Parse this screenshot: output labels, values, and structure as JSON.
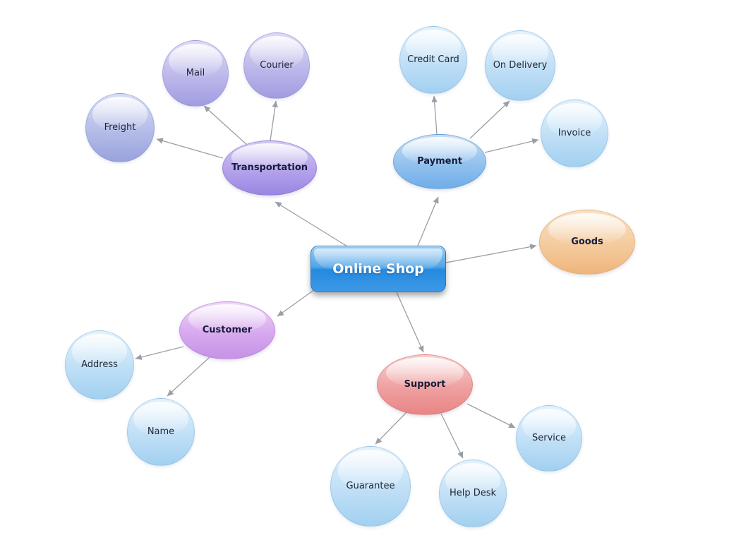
{
  "nodes": {
    "online_shop": {
      "label": "Online Shop"
    },
    "transportation": {
      "label": "Transportation"
    },
    "mail": {
      "label": "Mail"
    },
    "courier": {
      "label": "Courier"
    },
    "freight": {
      "label": "Freight"
    },
    "payment": {
      "label": "Payment"
    },
    "credit_card": {
      "label": "Credit Card"
    },
    "on_delivery": {
      "label": "On Delivery"
    },
    "invoice": {
      "label": "Invoice"
    },
    "goods": {
      "label": "Goods"
    },
    "customer": {
      "label": "Customer"
    },
    "address": {
      "label": "Address"
    },
    "name": {
      "label": "Name"
    },
    "support": {
      "label": "Support"
    },
    "guarantee": {
      "label": "Guarantee"
    },
    "help_desk": {
      "label": "Help Desk"
    },
    "service": {
      "label": "Service"
    }
  },
  "edges": [
    {
      "from": "online_shop",
      "to": "transportation"
    },
    {
      "from": "online_shop",
      "to": "payment"
    },
    {
      "from": "online_shop",
      "to": "goods"
    },
    {
      "from": "online_shop",
      "to": "customer"
    },
    {
      "from": "online_shop",
      "to": "support"
    },
    {
      "from": "transportation",
      "to": "mail"
    },
    {
      "from": "transportation",
      "to": "courier"
    },
    {
      "from": "transportation",
      "to": "freight"
    },
    {
      "from": "payment",
      "to": "credit_card"
    },
    {
      "from": "payment",
      "to": "on_delivery"
    },
    {
      "from": "payment",
      "to": "invoice"
    },
    {
      "from": "customer",
      "to": "address"
    },
    {
      "from": "customer",
      "to": "name"
    },
    {
      "from": "support",
      "to": "guarantee"
    },
    {
      "from": "support",
      "to": "help_desk"
    },
    {
      "from": "support",
      "to": "service"
    }
  ],
  "colors": {
    "center_blue": "#2489df",
    "branch_transportation": "#a592e6",
    "branch_payment": "#7db4e9",
    "branch_goods": "#f2bd88",
    "branch_customer": "#cf9ce9",
    "branch_support": "#ec9090",
    "leaf_blue": "#b3d9f4",
    "leaf_purple": "#b1ace6",
    "connector_gray": "#9b9ea5"
  }
}
